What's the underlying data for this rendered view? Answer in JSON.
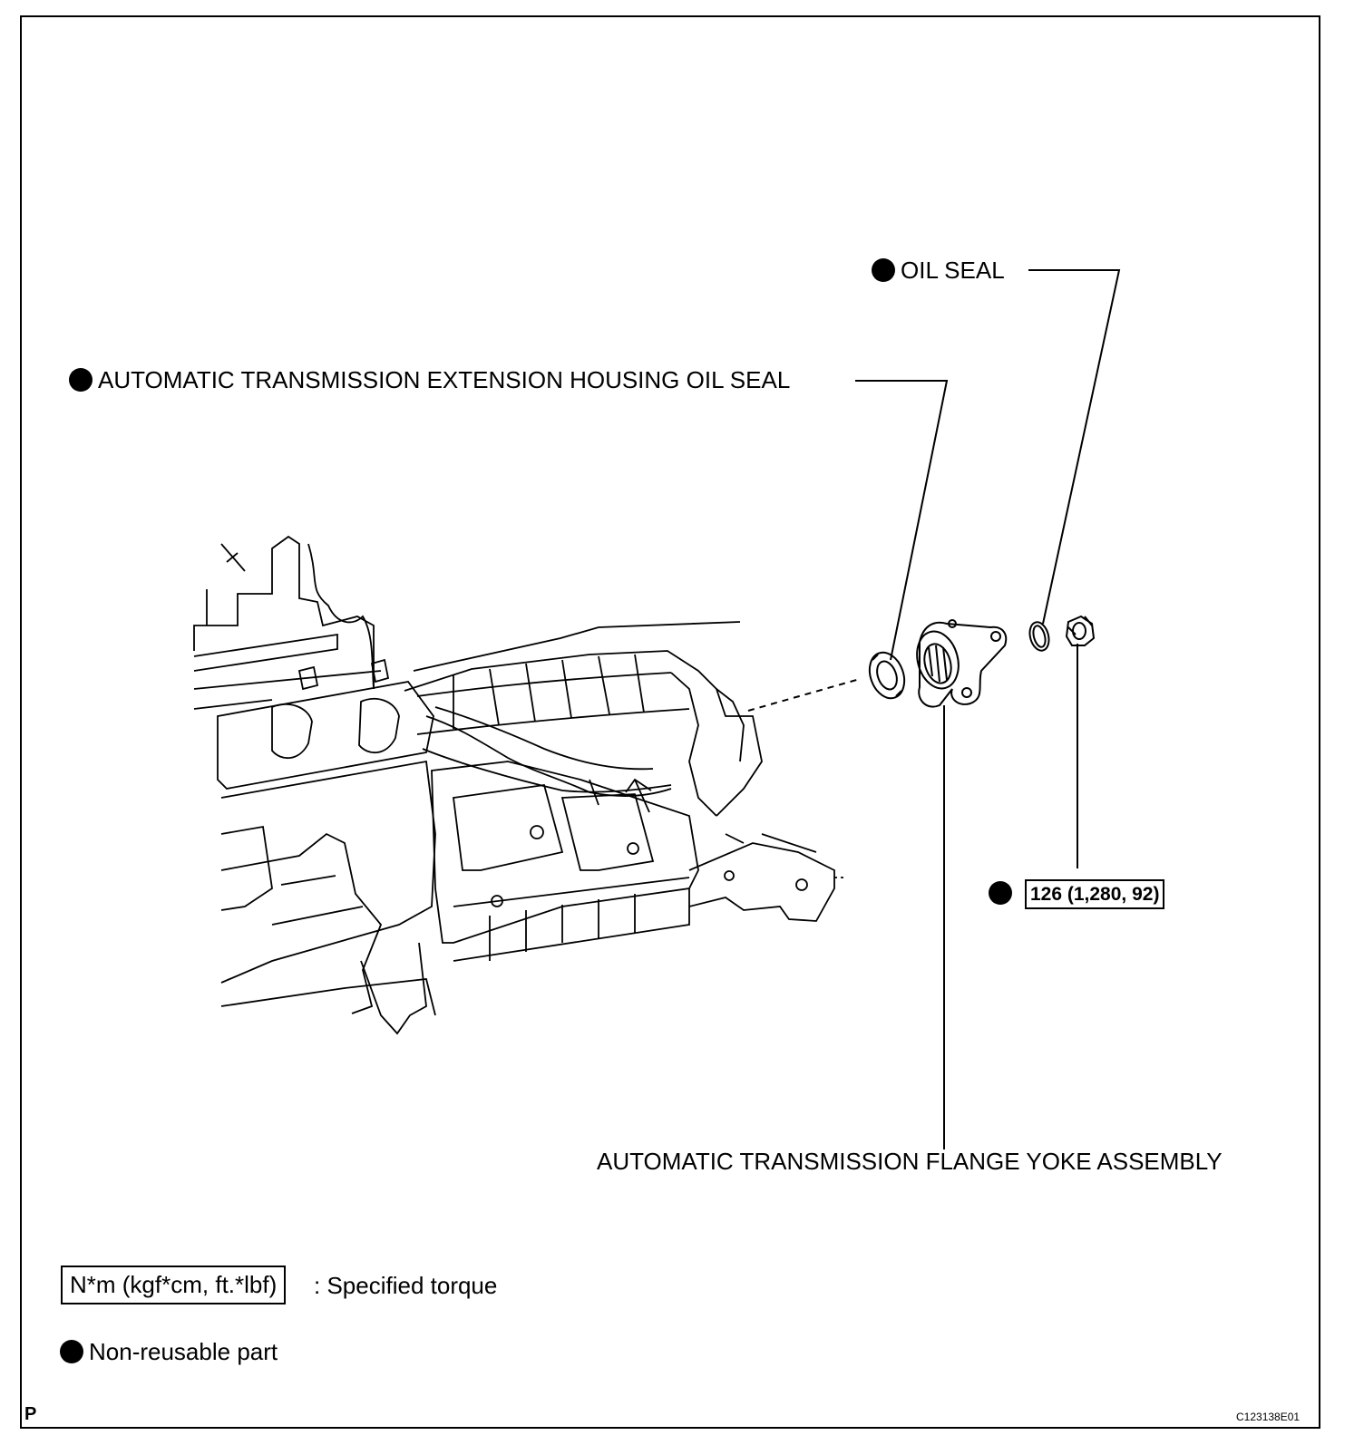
{
  "labels": {
    "oil_seal": "OIL SEAL",
    "extension_housing_oil_seal": "AUTOMATIC TRANSMISSION EXTENSION HOUSING OIL SEAL",
    "flange_yoke": "AUTOMATIC TRANSMISSION FLANGE YOKE ASSEMBLY",
    "nut_torque": "126 (1,280, 92)"
  },
  "legend": {
    "torque_unit": "N*m (kgf*cm, ft.*lbf)",
    "torque_desc": ": Specified torque",
    "non_reusable": "Non-reusable part"
  },
  "footer": {
    "left_code": "P",
    "figure_id": "C123138E01"
  },
  "icons": {
    "non_reusable_marker": "filled-circle-icon"
  }
}
